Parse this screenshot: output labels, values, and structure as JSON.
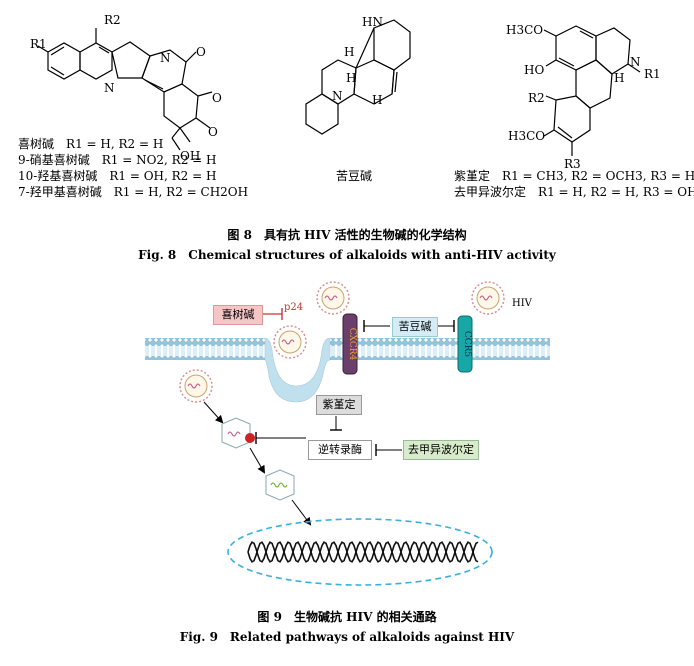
{
  "fig8": {
    "structures": {
      "camptothecin": {
        "atoms": {
          "r1": "R1",
          "r2": "R2",
          "n_quin": "N",
          "n_lac": "N",
          "o_ketone": "O",
          "o_ring": "O",
          "o_carbonyl": "O",
          "oh": "OH"
        },
        "names": [
          {
            "name": "喜树碱",
            "subst": "R1 = H, R2 = H"
          },
          {
            "name": "9-硝基喜树碱",
            "subst": "R1 = NO2, R2 = H"
          },
          {
            "name": "10-羟基喜树碱",
            "subst": "R1 = OH, R2 = H"
          },
          {
            "name": "7-羟甲基喜树碱",
            "subst": "R1 = H, R2 = CH2OH"
          }
        ]
      },
      "matrine": {
        "atoms": {
          "hn": "HN",
          "n": "N",
          "h1": "H",
          "h2": "H",
          "h3": "H"
        },
        "name": "苦豆碱"
      },
      "aporphine": {
        "atoms": {
          "och3_top": "H3CO",
          "oh": "HO",
          "n": "N",
          "r1": "R1",
          "r2": "R2",
          "och3_bot": "H3CO",
          "r3": "R3",
          "h": "H"
        },
        "names": [
          {
            "name": "紫堇定",
            "subst": "R1 = CH3, R2 = OCH3, R3 = H"
          },
          {
            "name": "去甲异波尔定",
            "subst": "R1 = H, R2 = H, R3 = OH"
          }
        ]
      }
    },
    "caption_cn": "图 8　具有抗 HIV 活性的生物碱的化学结构",
    "caption_en": "Fig. 8　Chemical structures of alkaloids with anti-HIV activity"
  },
  "fig9": {
    "labels": {
      "camptothecin": "喜树碱",
      "p24": "p24",
      "cxcr4": "CXCR4",
      "sophoridine": "苦豆碱",
      "ccr5": "CCR5",
      "hiv": "HIV",
      "corydine": "紫堇定",
      "reverse_transcriptase": "逆转录酶",
      "norisoboldine": "去甲异波尔定"
    },
    "colors": {
      "pink": "#f4c6c6",
      "blue_box": "#d5ecf7",
      "gray_box": "#dcdcdc",
      "green_box": "#d8eccc",
      "membrane": "#8fc7e0",
      "dna_oval": "#3ab0e0"
    },
    "caption_cn": "图 9　生物碱抗 HIV 的相关通路",
    "caption_en": "Fig. 9　Related pathways of alkaloids against HIV"
  }
}
